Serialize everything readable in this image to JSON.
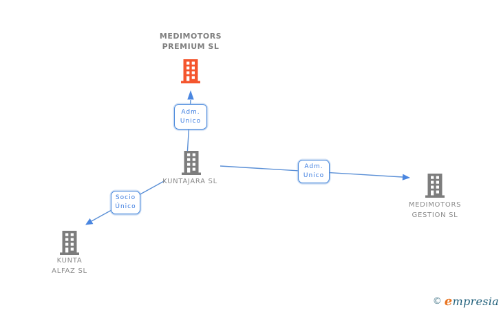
{
  "diagram": {
    "nodes": [
      {
        "id": "medimotors-premium-sl",
        "name_lines": [
          "MEDIMOTORS",
          "PREMIUM SL"
        ],
        "icon": "building-icon",
        "color": "#F4552D",
        "highlighted": true
      },
      {
        "id": "kuntajara-sl",
        "name_lines": [
          "KUNTAJARA SL"
        ],
        "icon": "building-icon",
        "color": "#7D7D7D",
        "highlighted": false
      },
      {
        "id": "medimotors-gestion-sl",
        "name_lines": [
          "MEDIMOTORS",
          "GESTION SL"
        ],
        "icon": "building-icon",
        "color": "#7D7D7D",
        "highlighted": false
      },
      {
        "id": "kunta-alfaz-sl",
        "name_lines": [
          "KUNTA",
          "ALFAZ SL"
        ],
        "icon": "building-icon",
        "color": "#7D7D7D",
        "highlighted": false
      }
    ],
    "edges": [
      {
        "from": "kuntajara-sl",
        "to": "medimotors-premium-sl",
        "label_lines": [
          "Adm.",
          "Unico"
        ]
      },
      {
        "from": "kuntajara-sl",
        "to": "medimotors-gestion-sl",
        "label_lines": [
          "Adm.",
          "Unico"
        ]
      },
      {
        "from": "kuntajara-sl",
        "to": "kunta-alfaz-sl",
        "label_lines": [
          "Socio",
          "Único"
        ]
      }
    ],
    "colors": {
      "edge_line": "#5A8FD6",
      "arrowhead": "#4A86E0",
      "edge_label_border": "#4A89DC",
      "edge_label_text": "#3B7CE0",
      "node_label_text": "#8A8A8A",
      "building_gray": "#7D7D7D",
      "building_orange": "#F4552D"
    }
  },
  "footer": {
    "copyright_symbol": "©",
    "brand_initial": "e",
    "brand_rest": "mpresia"
  }
}
